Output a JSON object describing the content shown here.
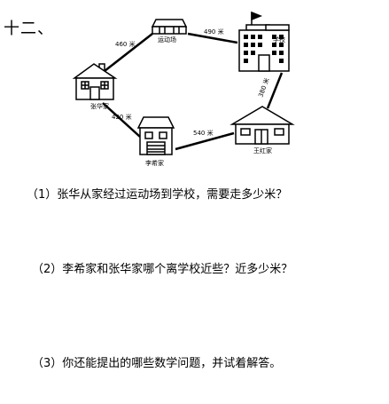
{
  "heading": "十二、",
  "map": {
    "locations": {
      "playground": "运动场",
      "school": "学校",
      "zhanghua_home": "张华家",
      "lixi_home": "李希家",
      "wanghong_home": "王红家"
    },
    "distances": {
      "zhanghua_playground": "460 米",
      "playground_school": "490 米",
      "school_wanghong": "380 米",
      "zhanghua_lixi": "420 米",
      "lixi_wanghong": "540 米"
    }
  },
  "questions": [
    "（1）张华从家经过运动场到学校，需要走多少米？",
    "（2）李希家和张华家哪个离学校近些？近多少米？",
    "（3）你还能提出的哪些数学问题，并试着解答。"
  ]
}
